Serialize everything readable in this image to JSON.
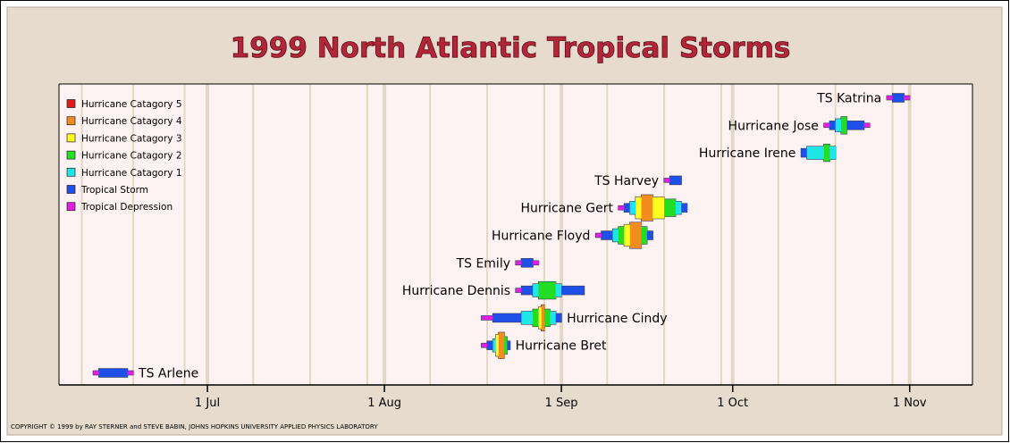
{
  "colors": {
    "outer_bg": "#e6dbcc",
    "plot_bg": "#fff2f2",
    "gridline": "#e4d7c6",
    "title": "#b3263a"
  },
  "chart_data": {
    "type": "timeline",
    "title": "1999 North Atlantic Tropical Storms",
    "copyright": "COPYRIGHT © 1999 by RAY STERNER and STEVE BABIN, JOHNS HOPKINS UNIVERSITY APPLIED PHYSICS LABORATORY",
    "x_axis": {
      "range": [
        "1999-06-05",
        "1999-11-12"
      ],
      "ticks": [
        {
          "date": "1999-07-01",
          "label": "1 Jul"
        },
        {
          "date": "1999-08-01",
          "label": "1 Aug"
        },
        {
          "date": "1999-09-01",
          "label": "1 Sep"
        },
        {
          "date": "1999-10-01",
          "label": "1 Oct"
        },
        {
          "date": "1999-11-01",
          "label": "1 Nov"
        }
      ],
      "gridlines": [
        "1999-06-09",
        "1999-06-18",
        "1999-06-27",
        "1999-07-09",
        "1999-07-19",
        "1999-07-29",
        "1999-08-09",
        "1999-08-19",
        "1999-08-29",
        "1999-09-09",
        "1999-09-19",
        "1999-09-29",
        "1999-10-09",
        "1999-10-19",
        "1999-10-29"
      ]
    },
    "legend": {
      "placement": "top-left",
      "entries": [
        {
          "label": "Hurricane Catagory 5",
          "color": "#e01a1a"
        },
        {
          "label": "Hurricane Catagory 4",
          "color": "#f28c1e"
        },
        {
          "label": "Hurricane Catagory 3",
          "color": "#ffff1e"
        },
        {
          "label": "Hurricane Catagory 2",
          "color": "#22dd22"
        },
        {
          "label": "Hurricane Catagory 1",
          "color": "#1ee6e6"
        },
        {
          "label": "Tropical Storm",
          "color": "#1e4fe6"
        },
        {
          "label": "Tropical Depression",
          "color": "#e11ee1"
        }
      ]
    },
    "storms": [
      {
        "name": "TS Arlene",
        "label_side": "right",
        "segments": [
          {
            "start": "1999-06-11",
            "end": "1999-06-12",
            "intensity": "Tropical Depression"
          },
          {
            "start": "1999-06-12",
            "end": "1999-06-17",
            "intensity": "Tropical Storm"
          },
          {
            "start": "1999-06-17",
            "end": "1999-06-18",
            "intensity": "Tropical Depression"
          }
        ]
      },
      {
        "name": "Hurricane Bret",
        "label_side": "right",
        "segments": [
          {
            "start": "1999-08-18",
            "end": "1999-08-19",
            "intensity": "Tropical Depression"
          },
          {
            "start": "1999-08-19",
            "end": "1999-08-20",
            "intensity": "Tropical Storm"
          },
          {
            "start": "1999-08-20",
            "end": "1999-08-20.5",
            "intensity": "Hurricane Catagory 1"
          },
          {
            "start": "1999-08-20.5",
            "end": "1999-08-21",
            "intensity": "Hurricane Catagory 3"
          },
          {
            "start": "1999-08-21",
            "end": "1999-08-22",
            "intensity": "Hurricane Catagory 4"
          },
          {
            "start": "1999-08-22",
            "end": "1999-08-22.5",
            "intensity": "Hurricane Catagory 2"
          },
          {
            "start": "1999-08-22.5",
            "end": "1999-08-23",
            "intensity": "Tropical Storm"
          }
        ]
      },
      {
        "name": "Hurricane Cindy",
        "label_side": "right",
        "segments": [
          {
            "start": "1999-08-18",
            "end": "1999-08-20",
            "intensity": "Tropical Depression"
          },
          {
            "start": "1999-08-20",
            "end": "1999-08-25",
            "intensity": "Tropical Storm"
          },
          {
            "start": "1999-08-25",
            "end": "1999-08-27",
            "intensity": "Hurricane Catagory 1"
          },
          {
            "start": "1999-08-27",
            "end": "1999-08-28",
            "intensity": "Hurricane Catagory 2"
          },
          {
            "start": "1999-08-28",
            "end": "1999-08-28.5",
            "intensity": "Hurricane Catagory 3"
          },
          {
            "start": "1999-08-28.5",
            "end": "1999-08-29",
            "intensity": "Hurricane Catagory 4"
          },
          {
            "start": "1999-08-29",
            "end": "1999-08-30",
            "intensity": "Hurricane Catagory 2"
          },
          {
            "start": "1999-08-30",
            "end": "1999-08-31",
            "intensity": "Hurricane Catagory 1"
          },
          {
            "start": "1999-08-31",
            "end": "1999-09-01",
            "intensity": "Tropical Storm"
          }
        ]
      },
      {
        "name": "Hurricane Dennis",
        "label_side": "left",
        "segments": [
          {
            "start": "1999-08-24",
            "end": "1999-08-25",
            "intensity": "Tropical Depression"
          },
          {
            "start": "1999-08-25",
            "end": "1999-08-27",
            "intensity": "Tropical Storm"
          },
          {
            "start": "1999-08-27",
            "end": "1999-08-28",
            "intensity": "Hurricane Catagory 1"
          },
          {
            "start": "1999-08-28",
            "end": "1999-08-31",
            "intensity": "Hurricane Catagory 2"
          },
          {
            "start": "1999-08-31",
            "end": "1999-09-01",
            "intensity": "Hurricane Catagory 1"
          },
          {
            "start": "1999-09-01",
            "end": "1999-09-05",
            "intensity": "Tropical Storm"
          }
        ]
      },
      {
        "name": "TS Emily",
        "label_side": "left",
        "segments": [
          {
            "start": "1999-08-24",
            "end": "1999-08-25",
            "intensity": "Tropical Depression"
          },
          {
            "start": "1999-08-25",
            "end": "1999-08-27",
            "intensity": "Tropical Storm"
          },
          {
            "start": "1999-08-27",
            "end": "1999-08-28",
            "intensity": "Tropical Depression"
          }
        ]
      },
      {
        "name": "Hurricane Floyd",
        "label_side": "left",
        "segments": [
          {
            "start": "1999-09-07",
            "end": "1999-09-08",
            "intensity": "Tropical Depression"
          },
          {
            "start": "1999-09-08",
            "end": "1999-09-10",
            "intensity": "Tropical Storm"
          },
          {
            "start": "1999-09-10",
            "end": "1999-09-11",
            "intensity": "Hurricane Catagory 1"
          },
          {
            "start": "1999-09-11",
            "end": "1999-09-12",
            "intensity": "Hurricane Catagory 2"
          },
          {
            "start": "1999-09-12",
            "end": "1999-09-13",
            "intensity": "Hurricane Catagory 3"
          },
          {
            "start": "1999-09-13",
            "end": "1999-09-15",
            "intensity": "Hurricane Catagory 4"
          },
          {
            "start": "1999-09-15",
            "end": "1999-09-16",
            "intensity": "Hurricane Catagory 2"
          },
          {
            "start": "1999-09-16",
            "end": "1999-09-17",
            "intensity": "Tropical Storm"
          }
        ]
      },
      {
        "name": "Hurricane Gert",
        "label_side": "left",
        "segments": [
          {
            "start": "1999-09-11",
            "end": "1999-09-12",
            "intensity": "Tropical Depression"
          },
          {
            "start": "1999-09-12",
            "end": "1999-09-13",
            "intensity": "Tropical Storm"
          },
          {
            "start": "1999-09-13",
            "end": "1999-09-14",
            "intensity": "Hurricane Catagory 1"
          },
          {
            "start": "1999-09-14",
            "end": "1999-09-15",
            "intensity": "Hurricane Catagory 3"
          },
          {
            "start": "1999-09-15",
            "end": "1999-09-17",
            "intensity": "Hurricane Catagory 4"
          },
          {
            "start": "1999-09-17",
            "end": "1999-09-19",
            "intensity": "Hurricane Catagory 3"
          },
          {
            "start": "1999-09-19",
            "end": "1999-09-21",
            "intensity": "Hurricane Catagory 2"
          },
          {
            "start": "1999-09-21",
            "end": "1999-09-22",
            "intensity": "Hurricane Catagory 1"
          },
          {
            "start": "1999-09-22",
            "end": "1999-09-23",
            "intensity": "Tropical Storm"
          }
        ]
      },
      {
        "name": "TS Harvey",
        "label_side": "left",
        "segments": [
          {
            "start": "1999-09-19",
            "end": "1999-09-20",
            "intensity": "Tropical Depression"
          },
          {
            "start": "1999-09-20",
            "end": "1999-09-22",
            "intensity": "Tropical Storm"
          }
        ]
      },
      {
        "name": "Hurricane Irene",
        "label_side": "left",
        "segments": [
          {
            "start": "1999-10-13",
            "end": "1999-10-14",
            "intensity": "Tropical Storm"
          },
          {
            "start": "1999-10-14",
            "end": "1999-10-17",
            "intensity": "Hurricane Catagory 1"
          },
          {
            "start": "1999-10-17",
            "end": "1999-10-18",
            "intensity": "Hurricane Catagory 2"
          },
          {
            "start": "1999-10-18",
            "end": "1999-10-19",
            "intensity": "Hurricane Catagory 1"
          }
        ]
      },
      {
        "name": "Hurricane Jose",
        "label_side": "left",
        "segments": [
          {
            "start": "1999-10-17",
            "end": "1999-10-18",
            "intensity": "Tropical Depression"
          },
          {
            "start": "1999-10-18",
            "end": "1999-10-19",
            "intensity": "Tropical Storm"
          },
          {
            "start": "1999-10-19",
            "end": "1999-10-20",
            "intensity": "Hurricane Catagory 1"
          },
          {
            "start": "1999-10-20",
            "end": "1999-10-21",
            "intensity": "Hurricane Catagory 2"
          },
          {
            "start": "1999-10-21",
            "end": "1999-10-24",
            "intensity": "Tropical Storm"
          },
          {
            "start": "1999-10-24",
            "end": "1999-10-25",
            "intensity": "Tropical Depression"
          }
        ]
      },
      {
        "name": "TS Katrina",
        "label_side": "left",
        "segments": [
          {
            "start": "1999-10-28",
            "end": "1999-10-29",
            "intensity": "Tropical Depression"
          },
          {
            "start": "1999-10-29",
            "end": "1999-10-31",
            "intensity": "Tropical Storm"
          },
          {
            "start": "1999-10-31",
            "end": "1999-11-01",
            "intensity": "Tropical Depression"
          }
        ]
      }
    ]
  }
}
